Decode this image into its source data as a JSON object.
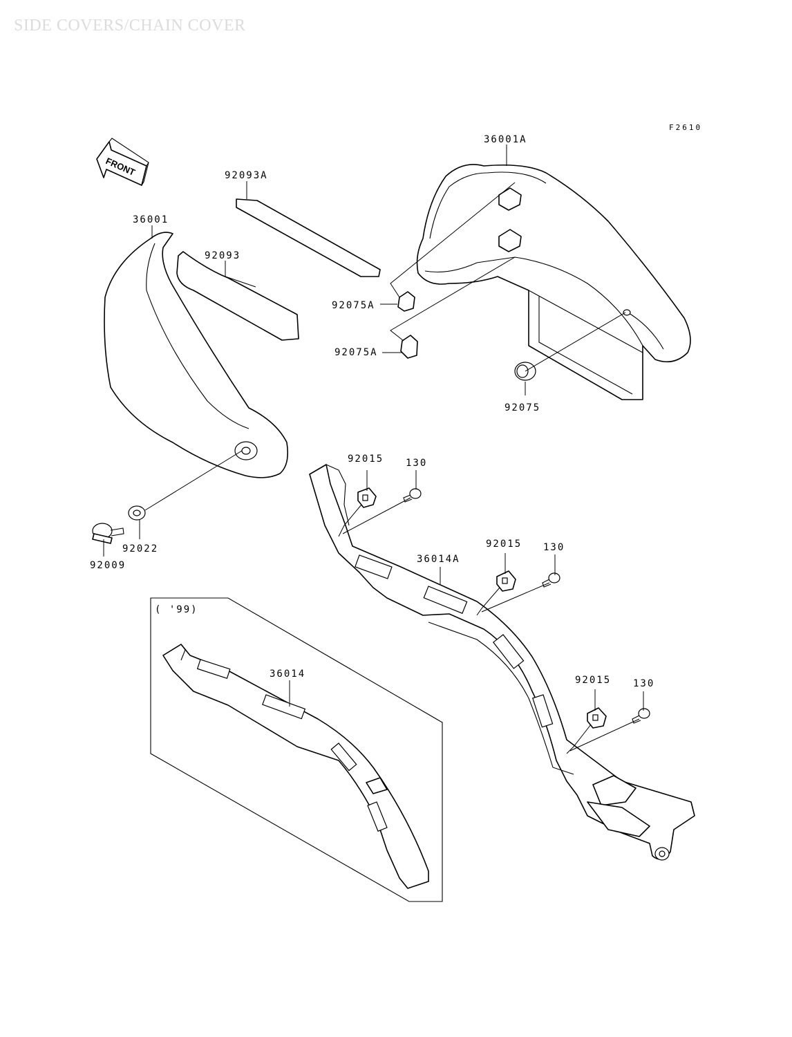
{
  "title": "SIDE COVERS/CHAIN COVER",
  "figure_code": "F2610",
  "front_label": "FRONT",
  "inset_label": "( '99)",
  "parts": {
    "p36001A": "36001A",
    "p92093A": "92093A",
    "p36001": "36001",
    "p92093": "92093",
    "p92075A_1": "92075A",
    "p92075A_2": "92075A",
    "p92075": "92075",
    "p92015_1": "92015",
    "p130_1": "130",
    "p92022": "92022",
    "p92009": "92009",
    "p92015_2": "92015",
    "p130_2": "130",
    "p36014A": "36014A",
    "p36014": "36014",
    "p92015_3": "92015",
    "p130_3": "130"
  }
}
